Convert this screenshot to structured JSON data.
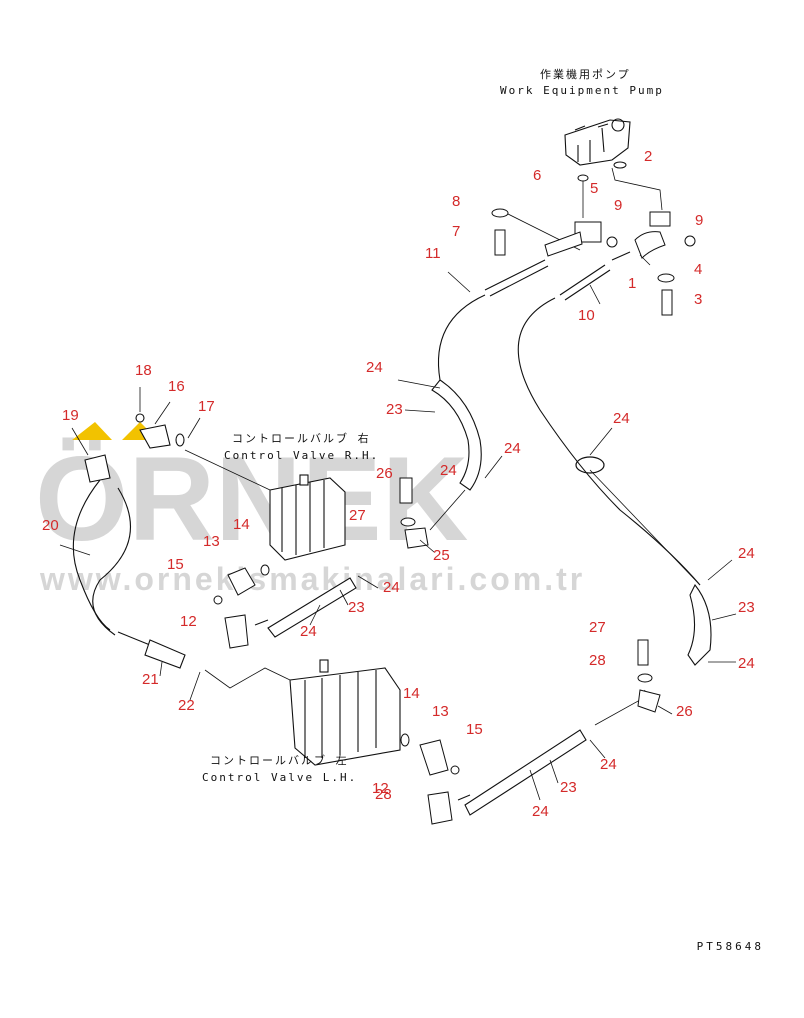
{
  "labels": {
    "pump_jp": "作業機用ポンプ",
    "pump_en": "Work Equipment Pump",
    "cv_rh_jp": "コントロールバルブ 右",
    "cv_rh_en": "Control Valve R.H.",
    "cv_lh_jp": "コントロールバルブ 左",
    "cv_lh_en": "Control Valve L.H.",
    "doc_code": "PT58648"
  },
  "watermark": {
    "brand": "ÖRNEK",
    "url": "www.ornekismakinalari.com.tr",
    "color": "#d6d6d6",
    "accent": "#f2c200"
  },
  "callouts": [
    "1",
    "2",
    "3",
    "4",
    "5",
    "6",
    "7",
    "8",
    "9",
    "9",
    "10",
    "11",
    "12",
    "12",
    "13",
    "13",
    "14",
    "14",
    "15",
    "15",
    "16",
    "17",
    "18",
    "19",
    "20",
    "21",
    "22",
    "23",
    "23",
    "23",
    "23",
    "24",
    "24",
    "24",
    "24",
    "24",
    "24",
    "24",
    "24",
    "24",
    "24",
    "25",
    "26",
    "26",
    "27",
    "27",
    "28",
    "28"
  ],
  "colors": {
    "callout": "#d42a2a",
    "line": "#111111"
  }
}
